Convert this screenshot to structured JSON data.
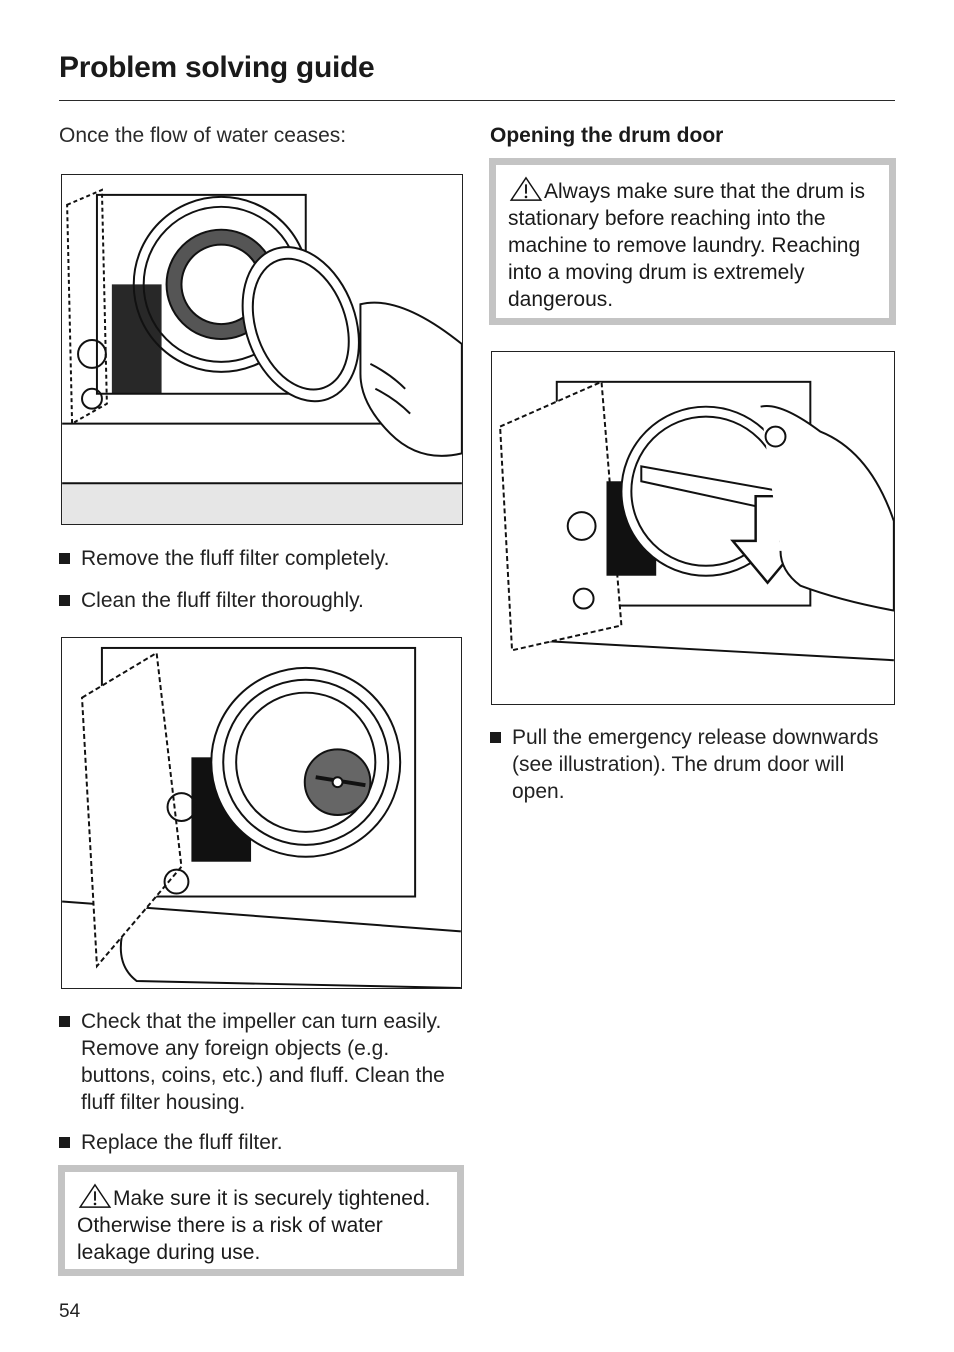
{
  "header": {
    "title": "Problem solving guide"
  },
  "left": {
    "intro": "Once the flow of water ceases:",
    "bullets_a": [
      "Remove the fluff filter completely.",
      "Clean the fluff filter thoroughly."
    ],
    "bullets_b": [
      "Check that the impeller can turn easily. Remove any foreign objects (e.g. buttons, coins, etc.) and fluff. Clean the fluff filter housing.",
      "Replace the fluff filter."
    ],
    "warning": "Make sure it is securely tightened. Otherwise there is a risk of water leakage during use."
  },
  "right": {
    "heading": "Opening the drum door",
    "warning": "Always make sure that the drum is stationary before reaching into the machine to remove laundry. Reaching into a moving drum is extremely dangerous.",
    "bullets": [
      "Pull the emergency release downwards (see illustration). The drum door will open."
    ]
  },
  "footer": {
    "page_number": "54"
  },
  "icons": {
    "warning": "warning-triangle-icon",
    "bullet": "square-bullet-icon"
  }
}
